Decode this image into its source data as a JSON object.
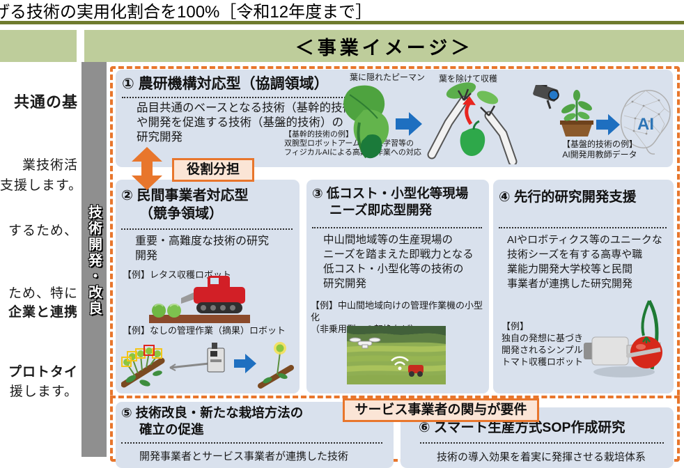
{
  "page": {
    "kpi_line": "げる技術の実用化割合を100%［令和12年度まで］",
    "section_title": "＜事業イメージ＞"
  },
  "left_column": {
    "fragments": [
      "共通の基",
      "業技術活",
      "支援します。",
      "するため、",
      "ため、特に",
      "企業と連携",
      "プロトタイ",
      "援します。"
    ]
  },
  "sidebar": {
    "label": "技術開発・改良"
  },
  "callouts": {
    "role_share": "役割分担",
    "service_requirement": "サービス事業者の関与が要件"
  },
  "boxes": {
    "b1": {
      "title": "① 農研機構対応型（協調領域）",
      "body": "品目共通のベースとなる技術（基幹的技術）\nや開発を促進する技術（基盤的技術）の\n研究開発",
      "image_label_left": "葉に隠れたピーマン",
      "image_label_right": "葉を除けて収穫",
      "caption_core": "【基幹的技術の例】\n双腕型ロボットアームと模倣学習等の\nフィジカルAIによる高難度作業への対応",
      "caption_base": "【基盤的技術の例】\nAI開発用教師データ",
      "ai_text": "AI"
    },
    "b2": {
      "title_line1": "② 民間事業者対応型",
      "title_line2": "（競争領域）",
      "body": "重要・高難度な技術の研究\n開発",
      "example_lettuce": "【例】レタス収穫ロボット",
      "example_pear": "【例】なしの管理作業（摘果）ロボット"
    },
    "b3": {
      "title_line1": "③ 低コスト・小型化等現場",
      "title_line2": "ニーズ即応型開発",
      "body": "中山間地域等の生産現場の\nニーズを踏まえた即戦力となる\n低コスト・小型化等の技術の\n研究開発",
      "example": "【例】中山間地域向けの管理作業機の小型化\n（非乗用型への転換など）"
    },
    "b4": {
      "title": "④ 先行的研究開発支援",
      "body": "AIやロボティクス等のユニークな\n技術シーズを有する高専や職\n業能力開発大学校等と民間\n事業者が連携した研究開発",
      "example": "【例】\n独自の発想に基づき\n開発されるシンプルな\nトマト収穫ロボット"
    },
    "b5": {
      "title_line1": "⑤ 技術改良・新たな栽培方法の",
      "title_line2": "確立の促進",
      "body": "開発事業者とサービス事業者が連携した技術"
    },
    "b6": {
      "title": "⑥ スマート生産方式SOP作成研究",
      "body": "技術の導入効果を着実に発揮させる栽培体系"
    }
  },
  "colors": {
    "accent_orange": "#E8762C",
    "panel_blue": "#D9E1ED",
    "band_green": "#BECD9B",
    "rule_olive": "#6F7B2E",
    "sidebar_gray": "#8F8F8F",
    "arrow_blue": "#1E6FC0",
    "ai_blue": "#2E75B6"
  }
}
